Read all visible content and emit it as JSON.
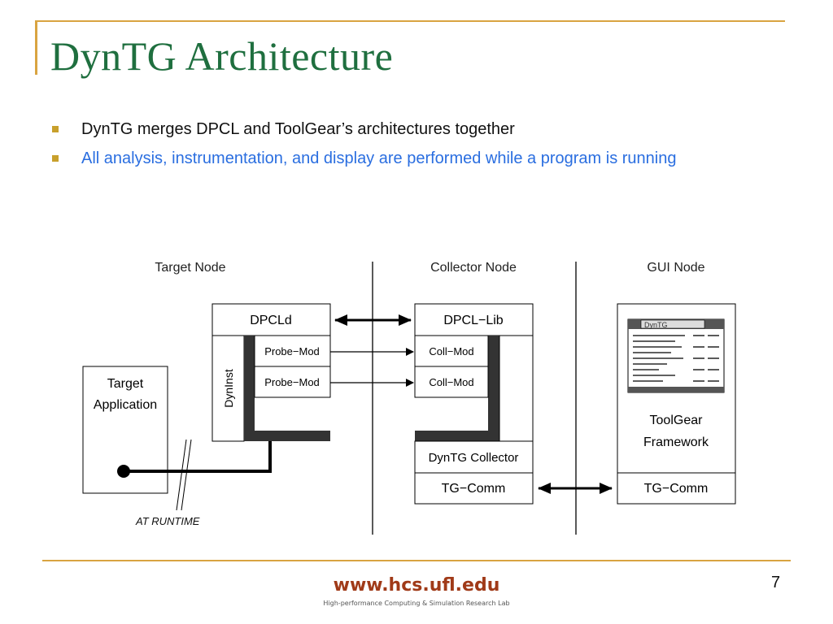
{
  "slide": {
    "title": "DynTG Architecture",
    "bullets": [
      "DynTG merges DPCL and ToolGear’s architectures together",
      "All analysis, instrumentation, and display are performed while a program is running"
    ],
    "page_number": "7",
    "footer": {
      "url": "www.hcs.ufl.edu",
      "lab": "High-performance Computing & Simulation Research Lab"
    },
    "colors": {
      "title": "#1f6f3f",
      "accent_line": "#d9a441",
      "bullet_square": "#c8a02c",
      "bullet_highlight": "#2a6ee0",
      "footer_url": "#a03a18"
    }
  },
  "diagram": {
    "node_headers": [
      "Target Node",
      "Collector Node",
      "GUI Node"
    ],
    "target_application": [
      "Target",
      "Application"
    ],
    "dpcld": "DPCLd",
    "dyninst": "DynInst",
    "probe_mods": [
      "Probe−Mod",
      "Probe−Mod"
    ],
    "dpcl_lib": "DPCL−Lib",
    "coll_mods": [
      "Coll−Mod",
      "Coll−Mod"
    ],
    "dyntg_collector": "DynTG Collector",
    "tg_comm_collector": "TG−Comm",
    "gui_window_title": "DynTG",
    "toolgear_framework": [
      "ToolGear",
      "Framework"
    ],
    "tg_comm_gui": "TG−Comm",
    "runtime_label": "AT RUNTIME"
  }
}
